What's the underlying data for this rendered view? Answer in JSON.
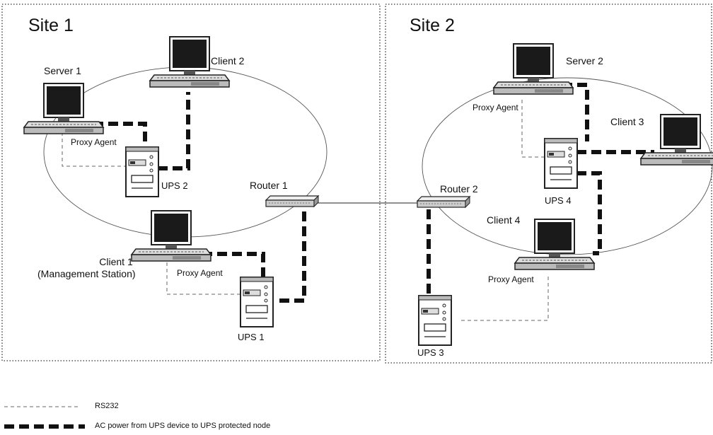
{
  "sites": [
    {
      "title": "Site 1"
    },
    {
      "title": "Site 2"
    }
  ],
  "labels": {
    "server1": "Server 1",
    "client2": "Client 2",
    "proxy_agent_1": "Proxy Agent",
    "ups2": "UPS 2",
    "router1": "Router 1",
    "client1": "Client 1",
    "client1_sub": "(Management Station)",
    "proxy_agent_2": "Proxy Agent",
    "ups1": "UPS 1",
    "server2": "Server 2",
    "proxy_agent_3": "Proxy Agent",
    "client3": "Client 3",
    "router2": "Router 2",
    "ups4": "UPS 4",
    "client4": "Client 4",
    "proxy_agent_4": "Proxy Agent",
    "ups3": "UPS 3"
  },
  "legend": {
    "rs232": "RS232",
    "ac_power": "AC power from UPS device to UPS protected node"
  }
}
